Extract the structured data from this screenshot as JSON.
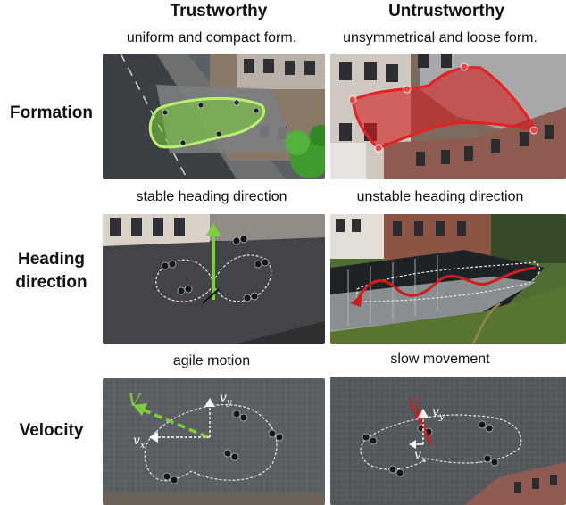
{
  "columns": {
    "trustworthy": "Trustworthy",
    "untrustworthy": "Untrustworthy"
  },
  "rows": {
    "formation": "Formation",
    "heading_line1": "Heading",
    "heading_line2": "direction",
    "velocity": "Velocity"
  },
  "captions": {
    "formation_trust": "uniform and compact form.",
    "formation_untrust": "unsymmetrical and loose form.",
    "heading_trust": "stable heading direction",
    "heading_untrust": "unstable heading direction",
    "velocity_trust": "agile motion",
    "velocity_untrust": "slow movement"
  },
  "vector_labels": {
    "big_v": "V",
    "vy": "v",
    "vy_sub": "y",
    "vx": "v",
    "vx_sub": "x"
  },
  "colors": {
    "trust_green": "#7ccf3a",
    "untrust_red": "#d21c1c"
  }
}
